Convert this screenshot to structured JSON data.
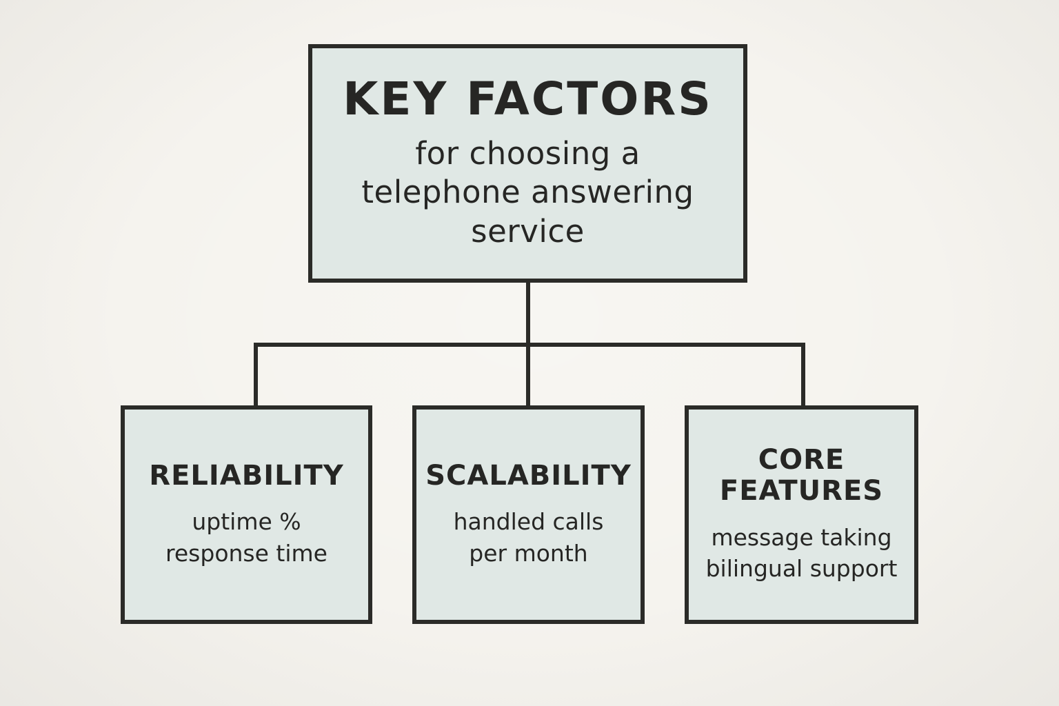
{
  "diagram": {
    "root": {
      "title": "KEY FACTORS",
      "subtitle_lines": [
        "for choosing a",
        "telephone answering",
        "service"
      ]
    },
    "children": [
      {
        "id": "reliability",
        "title": "RELIABILITY",
        "lines": [
          "uptime %",
          "response time"
        ]
      },
      {
        "id": "scalability",
        "title": "SCALABILITY",
        "lines": [
          "handled calls",
          "per month"
        ]
      },
      {
        "id": "core",
        "title": "CORE FEATURES",
        "lines": [
          "message taking",
          "bilingual support"
        ]
      }
    ],
    "colors": {
      "background": "#f5f3ee",
      "box_fill": "#e0e8e5",
      "line": "#2b2b28",
      "text": "#262624"
    }
  }
}
